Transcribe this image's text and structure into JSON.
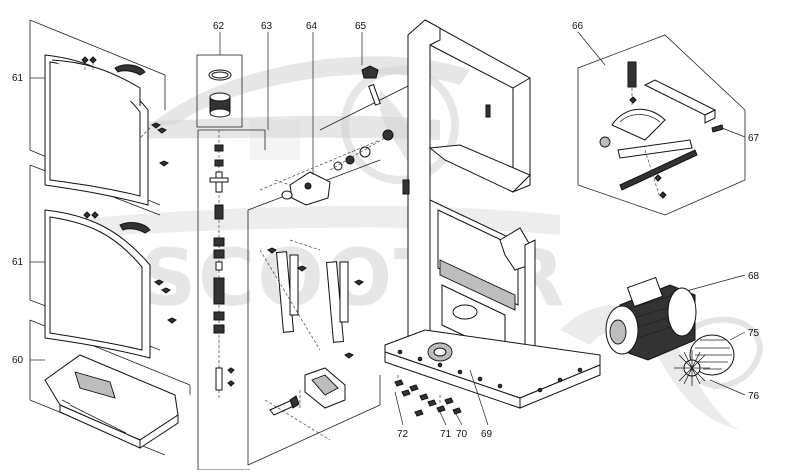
{
  "diagram": {
    "callouts": {
      "c60": "60",
      "c61a": "61",
      "c61b": "61",
      "c62": "62",
      "c63": "63",
      "c64": "64",
      "c65": "65",
      "c66": "66",
      "c67": "67",
      "c68": "68",
      "c69": "69",
      "c70": "70",
      "c71": "71",
      "c72": "72",
      "c75": "75",
      "c76": "76"
    },
    "watermark": {
      "text": "SCOOTER",
      "color": "#d2d2d2"
    }
  }
}
